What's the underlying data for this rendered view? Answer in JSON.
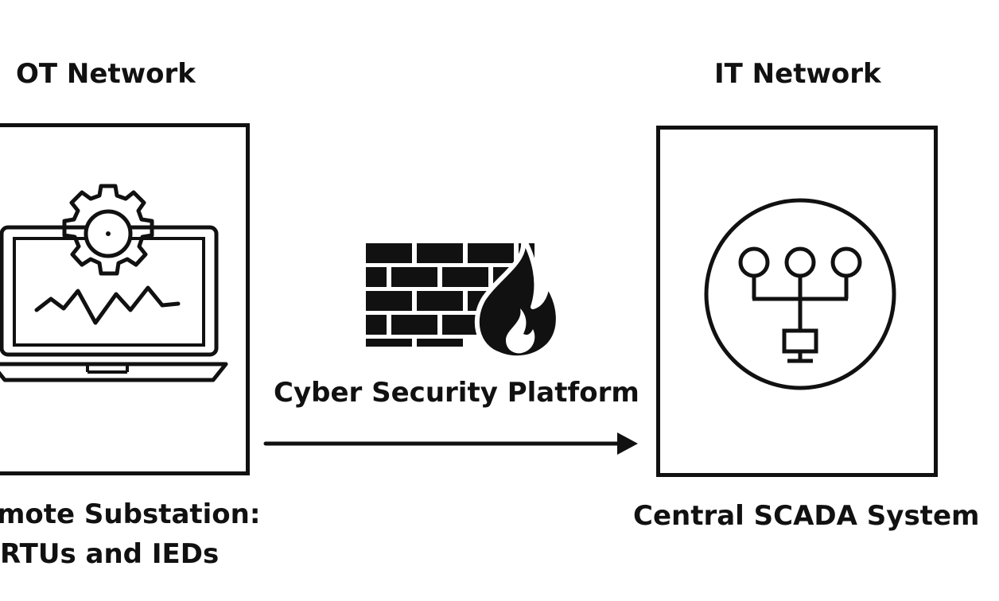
{
  "ot_network": {
    "heading": "OT Network",
    "box_icon": "laptop-gear-waveform-icon",
    "caption_line1": "mote Substation:",
    "caption_line2": "RTUs and IEDs"
  },
  "it_network": {
    "heading": "IT Network",
    "box_icon": "network-topology-circle-icon",
    "caption": "Central SCADA System"
  },
  "middle": {
    "icon": "firewall-icon",
    "label": "Cyber Security Platform",
    "arrow": "right-arrow-icon"
  },
  "colors": {
    "ink": "#111111",
    "background": "#ffffff"
  }
}
